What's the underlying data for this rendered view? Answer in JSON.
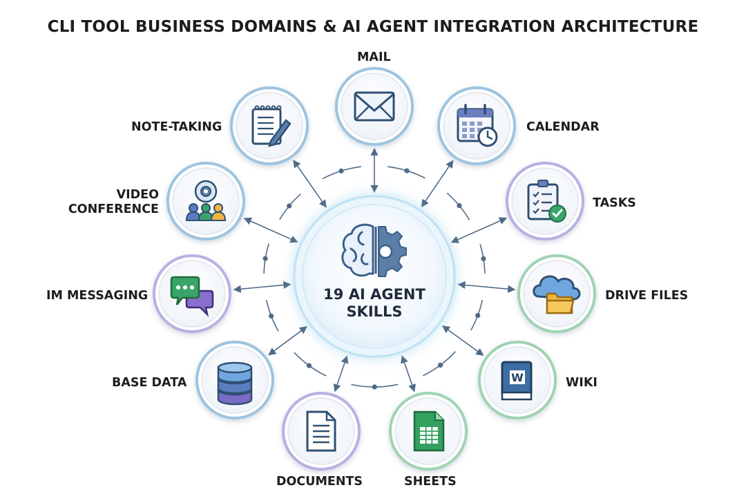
{
  "title": "CLI TOOL BUSINESS DOMAINS & AI AGENT INTEGRATION ARCHITECTURE",
  "hub": {
    "line1": "19 AI AGENT",
    "line2": "SKILLS",
    "icon": "brain-gear-icon"
  },
  "domains": [
    {
      "id": "mail",
      "line1": "MAIL",
      "line2": "",
      "icon": "envelope-icon",
      "ring_color": "#9cc4e0"
    },
    {
      "id": "calendar",
      "line1": "CALENDAR",
      "line2": "",
      "icon": "calendar-icon",
      "ring_color": "#9cc4e0"
    },
    {
      "id": "tasks",
      "line1": "TASKS",
      "line2": "",
      "icon": "checklist-icon",
      "ring_color": "#b7b0e3"
    },
    {
      "id": "drive-files",
      "line1": "DRIVE FILES",
      "line2": "",
      "icon": "cloud-folder-icon",
      "ring_color": "#9fd3b2"
    },
    {
      "id": "wiki",
      "line1": "WIKI",
      "line2": "",
      "icon": "book-icon",
      "ring_color": "#9fd3b2"
    },
    {
      "id": "sheets",
      "line1": "SHEETS",
      "line2": "",
      "icon": "spreadsheet-icon",
      "ring_color": "#9fd3b2"
    },
    {
      "id": "documents",
      "line1": "DOCUMENTS",
      "line2": "",
      "icon": "document-icon",
      "ring_color": "#b7b0e3"
    },
    {
      "id": "base-data",
      "line1": "BASE DATA",
      "line2": "",
      "icon": "database-icon",
      "ring_color": "#9cc4e0"
    },
    {
      "id": "im-messaging",
      "line1": "IM MESSAGING",
      "line2": "",
      "icon": "chat-bubbles-icon",
      "ring_color": "#b7b0e3"
    },
    {
      "id": "video-conference",
      "line1": "VIDEO",
      "line2": "CONFERENCE",
      "icon": "webcam-people-icon",
      "ring_color": "#9cc4e0"
    },
    {
      "id": "note-taking",
      "line1": "NOTE-TAKING",
      "line2": "",
      "icon": "notepad-pencil-icon",
      "ring_color": "#9cc4e0"
    }
  ],
  "colors": {
    "connector": "#4e6a86",
    "hub_ring": "#a9d6ee",
    "text": "#1d1d1d"
  }
}
